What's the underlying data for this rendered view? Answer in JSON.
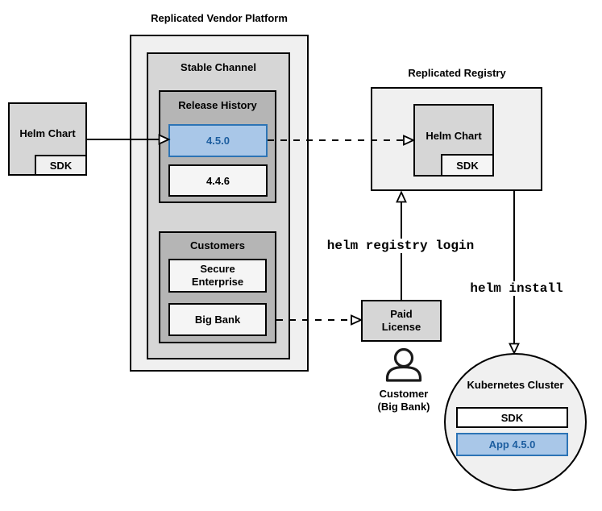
{
  "colors": {
    "page_bg": "#ffffff",
    "line": "#000000",
    "container_light": "#f0f0f0",
    "container_mid": "#d6d6d6",
    "container_dark": "#b5b5b5",
    "box_light": "#f5f5f5",
    "box_white": "#ffffff",
    "highlight_fill": "#a9c7e8",
    "highlight_border": "#2d74b5",
    "highlight_text": "#1c5d9f"
  },
  "source_helm_chart": {
    "label": "Helm Chart",
    "sdk": "SDK"
  },
  "platform": {
    "title": "Replicated Vendor Platform",
    "stable_channel": {
      "title": "Stable Channel",
      "release_history": {
        "title": "Release History",
        "releases": [
          {
            "version": "4.5.0",
            "highlighted": true
          },
          {
            "version": "4.4.6",
            "highlighted": false
          }
        ]
      },
      "customers": {
        "title": "Customers",
        "items": [
          {
            "name": "Secure Enterprise"
          },
          {
            "name": "Big Bank"
          }
        ]
      }
    }
  },
  "registry": {
    "title": "Replicated Registry",
    "helm_chart": "Helm Chart",
    "sdk": "SDK"
  },
  "license": {
    "label": "Paid License"
  },
  "customer": {
    "line1": "Customer",
    "line2": "(Big Bank)"
  },
  "commands": {
    "registry_login": "helm registry login",
    "install": "helm install"
  },
  "cluster": {
    "title": "Kubernetes Cluster",
    "sdk": "SDK",
    "app": "App 4.5.0"
  }
}
